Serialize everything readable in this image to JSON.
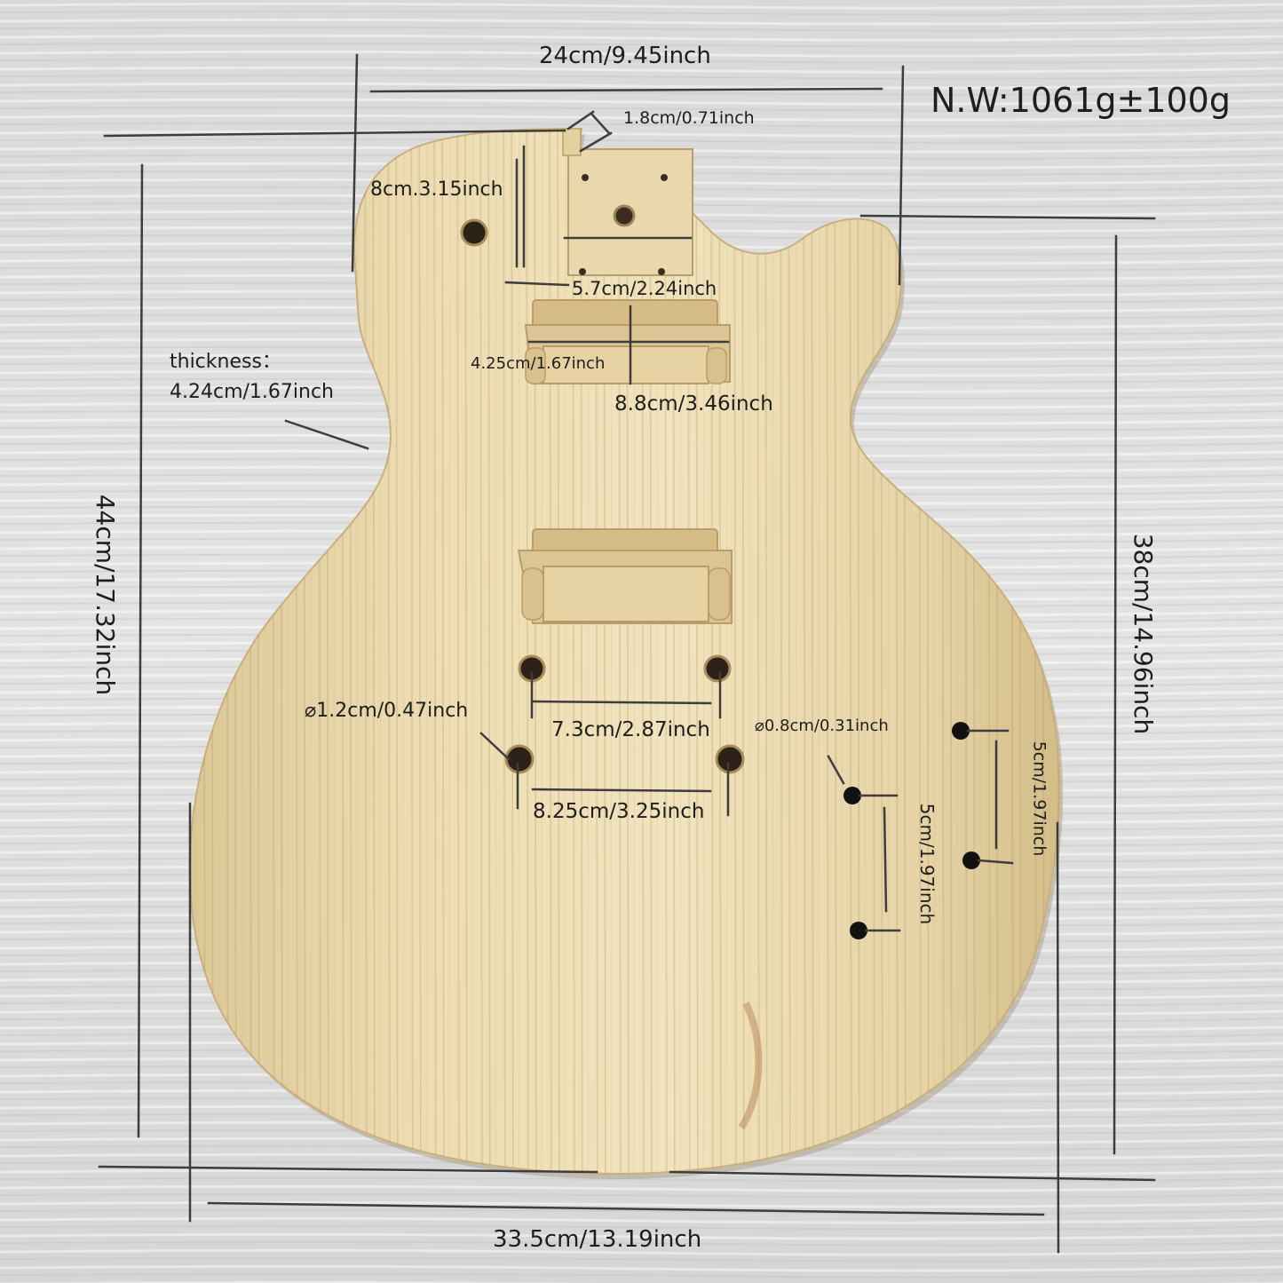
{
  "product": {
    "net_weight": "N.W:1061g±100g",
    "wood_color": "#ecdcb4",
    "background_color": "#dedede"
  },
  "dimensions": {
    "top_width": "24cm/9.45inch",
    "neck_heel_depth": "1.8cm/0.71inch",
    "neck_pocket_length": "8cm.3.15inch",
    "neck_pocket_width": "5.7cm/2.24inch",
    "thickness_label": "thickness：",
    "thickness_value": "4.24cm/1.67inch",
    "neck_pickup_width": "4.25cm/1.67inch",
    "neck_pickup_length": "8.8cm/3.46inch",
    "total_length": "44cm/17.32inch",
    "upper_bout_length": "38cm/14.96inch",
    "bridge_post_diameter": "⌀1.2cm/0.47inch",
    "bridge_post_spacing": "7.3cm/2.87inch",
    "control_hole_diameter": "⌀0.8cm/0.31inch",
    "tailpiece_post_spacing": "8.25cm/3.25inch",
    "control_spacing_right": "5cm/1.97inch",
    "control_spacing_left": "5cm/1.97inch",
    "body_width": "33.5cm/13.19inch"
  }
}
